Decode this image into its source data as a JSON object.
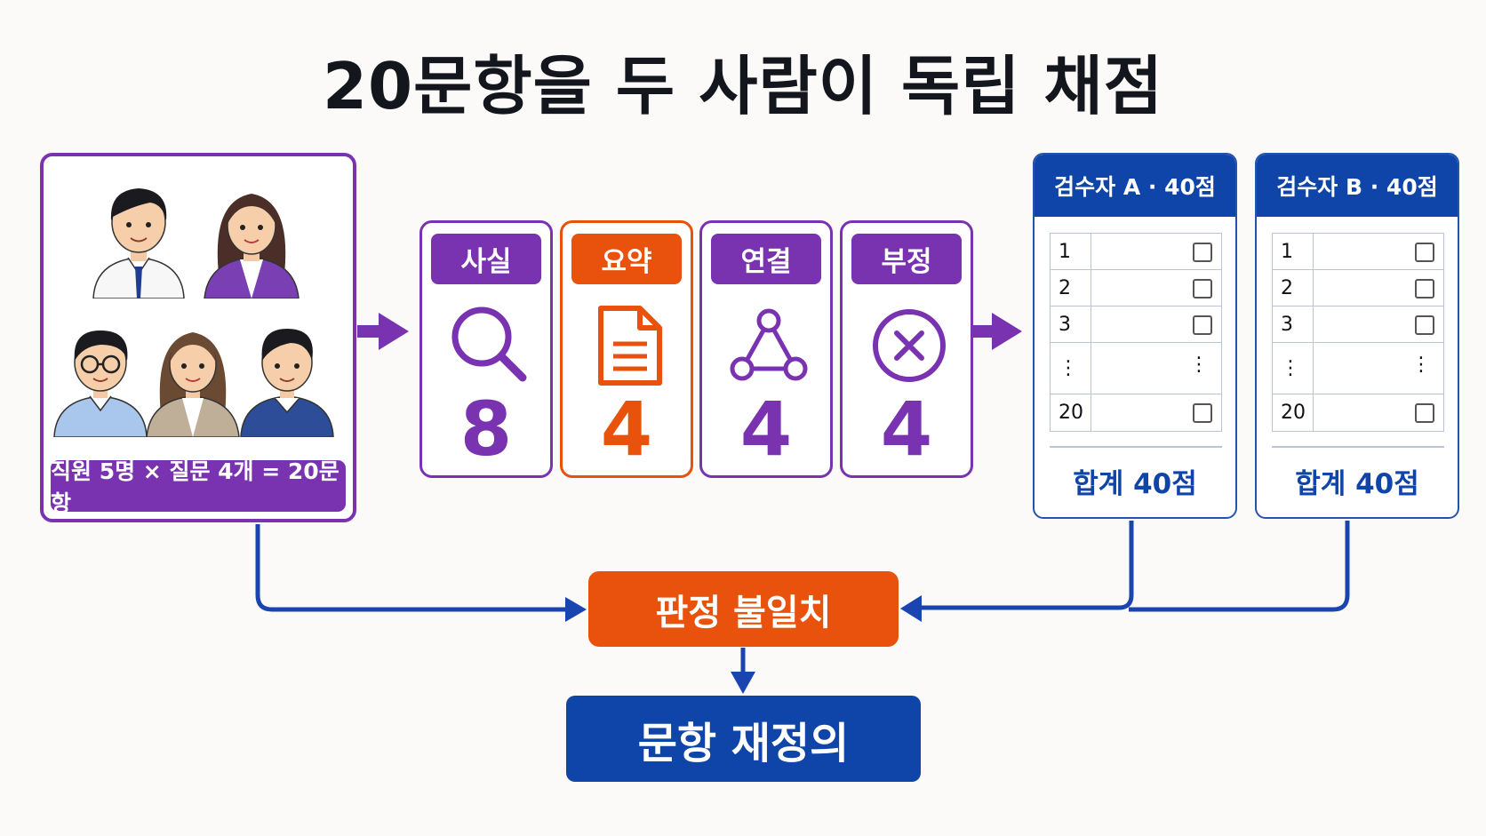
{
  "title": "20문항을 두 사람이 독립 채점",
  "staff": {
    "label": "직원 5명 × 질문 4개 = 20문항"
  },
  "categories": [
    {
      "label": "사실",
      "icon": "magnifier-icon",
      "count": "8",
      "color": "#7a33b0"
    },
    {
      "label": "요약",
      "icon": "document-icon",
      "count": "4",
      "color": "#e8520c"
    },
    {
      "label": "연결",
      "icon": "network-triangle-icon",
      "count": "4",
      "color": "#7a33b0"
    },
    {
      "label": "부정",
      "icon": "x-circle-icon",
      "count": "4",
      "color": "#7a33b0"
    }
  ],
  "reviewers": [
    {
      "header": "검수자 A · 40점",
      "rows": [
        "1",
        "2",
        "3",
        "⋮",
        "20"
      ],
      "total": "합계 40점"
    },
    {
      "header": "검수자 B · 40점",
      "rows": [
        "1",
        "2",
        "3",
        "⋮",
        "20"
      ],
      "total": "합계 40점"
    }
  ],
  "mismatch": "판정 불일치",
  "redefine": "문항 재정의",
  "colors": {
    "purple": "#7a33b0",
    "orange": "#e8520c",
    "blue": "#0f44a8"
  }
}
